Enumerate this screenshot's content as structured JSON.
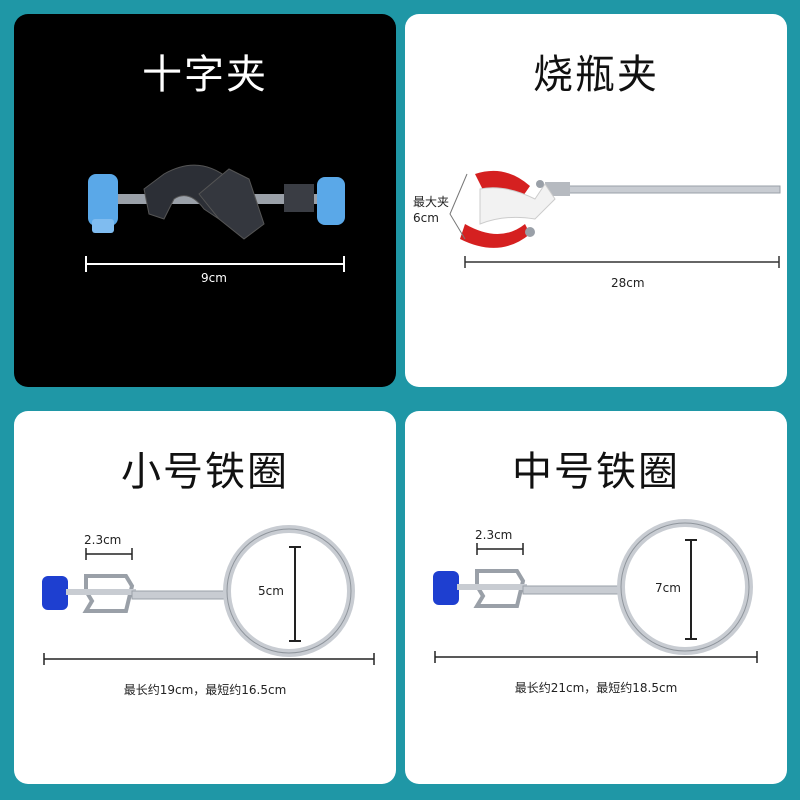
{
  "colors": {
    "background": "#1f97a6",
    "knob_light_blue": "#5aa8e8",
    "knob_dark_blue": "#1e3fd0",
    "clamp_red": "#d52020",
    "steel": "#c8ccd2"
  },
  "panels": {
    "cross_clamp": {
      "title": "十字夹",
      "length": "9cm"
    },
    "flask_clamp": {
      "title": "烧瓶夹",
      "max_open_line1": "最大夹",
      "max_open_line2": "6cm",
      "length": "28cm"
    },
    "small_ring": {
      "title": "小号铁圈",
      "screw_width": "2.3cm",
      "ring_diameter": "5cm",
      "caption": "最长约19cm，最短约16.5cm"
    },
    "medium_ring": {
      "title": "中号铁圈",
      "screw_width": "2.3cm",
      "ring_diameter": "7cm",
      "caption": "最长约21cm，最短约18.5cm"
    }
  }
}
